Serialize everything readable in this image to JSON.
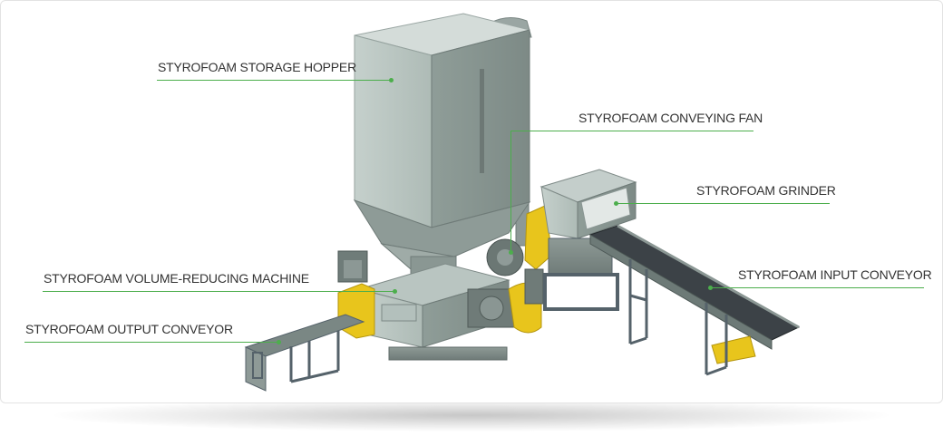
{
  "labels": {
    "hopper": "STYROFOAM STORAGE HOPPER",
    "fan": "STYROFOAM CONVEYING FAN",
    "grinder": "STYROFOAM GRINDER",
    "reducer": "STYROFOAM VOLUME-REDUCING MACHINE",
    "input_conveyor": "STYROFOAM INPUT CONVEYOR",
    "output_conveyor": "STYROFOAM OUTPUT CONVEYOR"
  },
  "colors": {
    "leader": "#4cae4c",
    "machine": "#a9b8b3",
    "accent": "#e8c51c",
    "frame": "#55626a"
  }
}
